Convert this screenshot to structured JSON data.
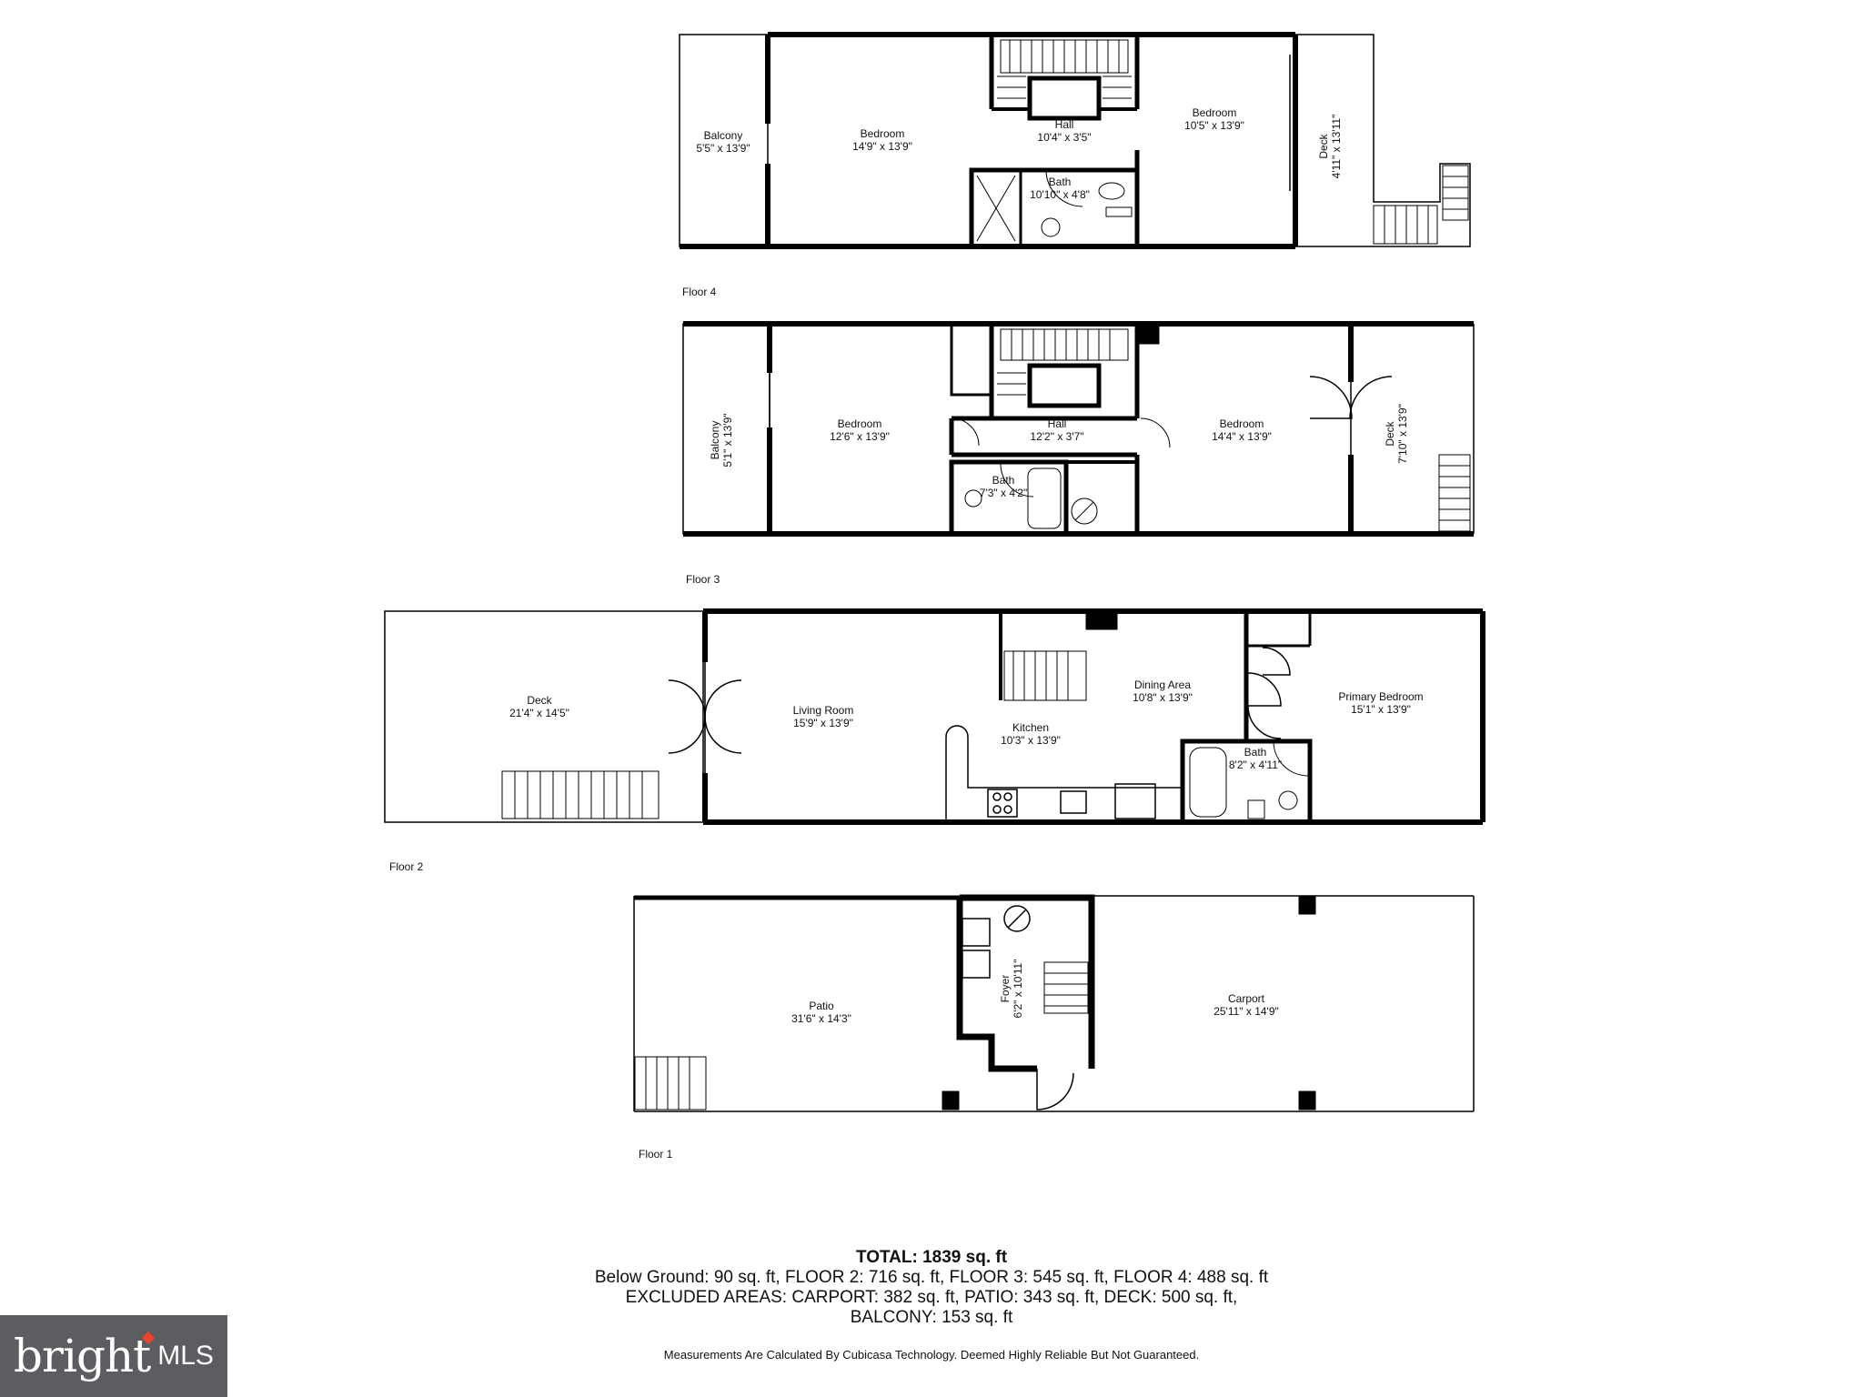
{
  "floors": [
    {
      "label": "Floor 4",
      "rooms": [
        {
          "name": "Balcony",
          "dims": "5'5\" x 13'9\""
        },
        {
          "name": "Bedroom",
          "dims": "14'9\" x 13'9\""
        },
        {
          "name": "Hall",
          "dims": "10'4\" x 3'5\""
        },
        {
          "name": "Bath",
          "dims": "10'10\" x 4'8\""
        },
        {
          "name": "Bedroom",
          "dims": "10'5\" x 13'9\""
        },
        {
          "name": "Deck",
          "dims": "4'11\" x 13'11\""
        }
      ]
    },
    {
      "label": "Floor 3",
      "rooms": [
        {
          "name": "Balcony",
          "dims": "5'1\" x 13'9\""
        },
        {
          "name": "Bedroom",
          "dims": "12'6\" x 13'9\""
        },
        {
          "name": "Hall",
          "dims": "12'2\" x 3'7\""
        },
        {
          "name": "Bath",
          "dims": "7'3\" x 4'2\""
        },
        {
          "name": "Bedroom",
          "dims": "14'4\" x 13'9\""
        },
        {
          "name": "Deck",
          "dims": "7'10\" x 13'9\""
        }
      ]
    },
    {
      "label": "Floor 2",
      "rooms": [
        {
          "name": "Deck",
          "dims": "21'4\" x 14'5\""
        },
        {
          "name": "Living Room",
          "dims": "15'9\" x 13'9\""
        },
        {
          "name": "Kitchen",
          "dims": "10'3\" x 13'9\""
        },
        {
          "name": "Dining Area",
          "dims": "10'8\" x 13'9\""
        },
        {
          "name": "Primary Bedroom",
          "dims": "15'1\" x 13'9\""
        },
        {
          "name": "Bath",
          "dims": "8'2\" x 4'11\""
        }
      ]
    },
    {
      "label": "Floor 1",
      "rooms": [
        {
          "name": "Patio",
          "dims": "31'6\" x 14'3\""
        },
        {
          "name": "Foyer",
          "dims": "6'2\" x 10'11\""
        },
        {
          "name": "Carport",
          "dims": "25'11\" x 14'9\""
        }
      ]
    }
  ],
  "summary": {
    "total": "TOTAL: 1839 sq. ft",
    "line1": "Below Ground: 90 sq. ft, FLOOR 2: 716 sq. ft, FLOOR 3: 545 sq. ft, FLOOR 4: 488 sq. ft",
    "line2": "EXCLUDED AREAS: CARPORT: 382 sq. ft, PATIO: 343 sq. ft, DECK: 500 sq. ft,",
    "line3": "BALCONY: 153 sq. ft",
    "disclaimer": "Measurements Are Calculated By Cubicasa Technology. Deemed Highly Reliable But Not Guaranteed."
  },
  "logo": {
    "brand": "bright",
    "suffix": "MLS",
    "bg_color": "#5c5d60",
    "accent_color": "#e8452c"
  }
}
